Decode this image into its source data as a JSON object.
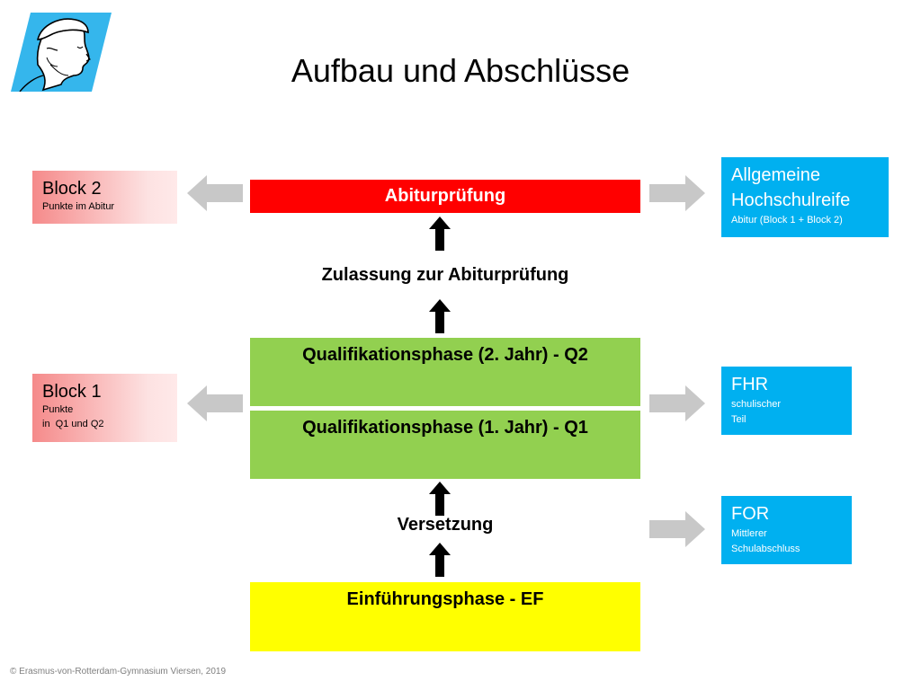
{
  "title": "Aufbau und Abschlüsse",
  "center": {
    "abitur": "Abiturprüfung",
    "zulassung": "Zulassung zur Abiturprüfung",
    "q2": "Qualifikationsphase (2. Jahr)  -  Q2",
    "q1": "Qualifikationsphase (1. Jahr)  -  Q1",
    "versetzung": "Versetzung",
    "ef": "Einführungsphase  -  EF"
  },
  "left": {
    "block2": {
      "heading": "Block 2",
      "sub": "Punkte im Abitur"
    },
    "block1": {
      "heading": "Block 1",
      "sub_line1": "Punkte",
      "sub_line2": "in  Q1 und Q2"
    }
  },
  "right": {
    "ahr": {
      "heading_line1": "Allgemeine",
      "heading_line2": "Hochschulreife",
      "sub": "Abitur (Block 1 + Block 2)"
    },
    "fhr": {
      "heading": "FHR",
      "sub_line1": "schulischer",
      "sub_line2": "Teil"
    },
    "for": {
      "heading": "FOR",
      "sub_line1": "Mittlerer",
      "sub_line2": "Schulabschluss"
    }
  },
  "footer": {
    "copyright": "© Erasmus-von-Rotterdam-Gymnasium Viersen, 2019"
  },
  "colors": {
    "abitur": "#ff0000",
    "qualifikation": "#92d050",
    "einfuehrung": "#ffff00",
    "abschluss": "#00b0f0",
    "block_gradient": "#f58a8a",
    "side_arrow": "#c8c8c8",
    "up_arrow": "#000000"
  }
}
